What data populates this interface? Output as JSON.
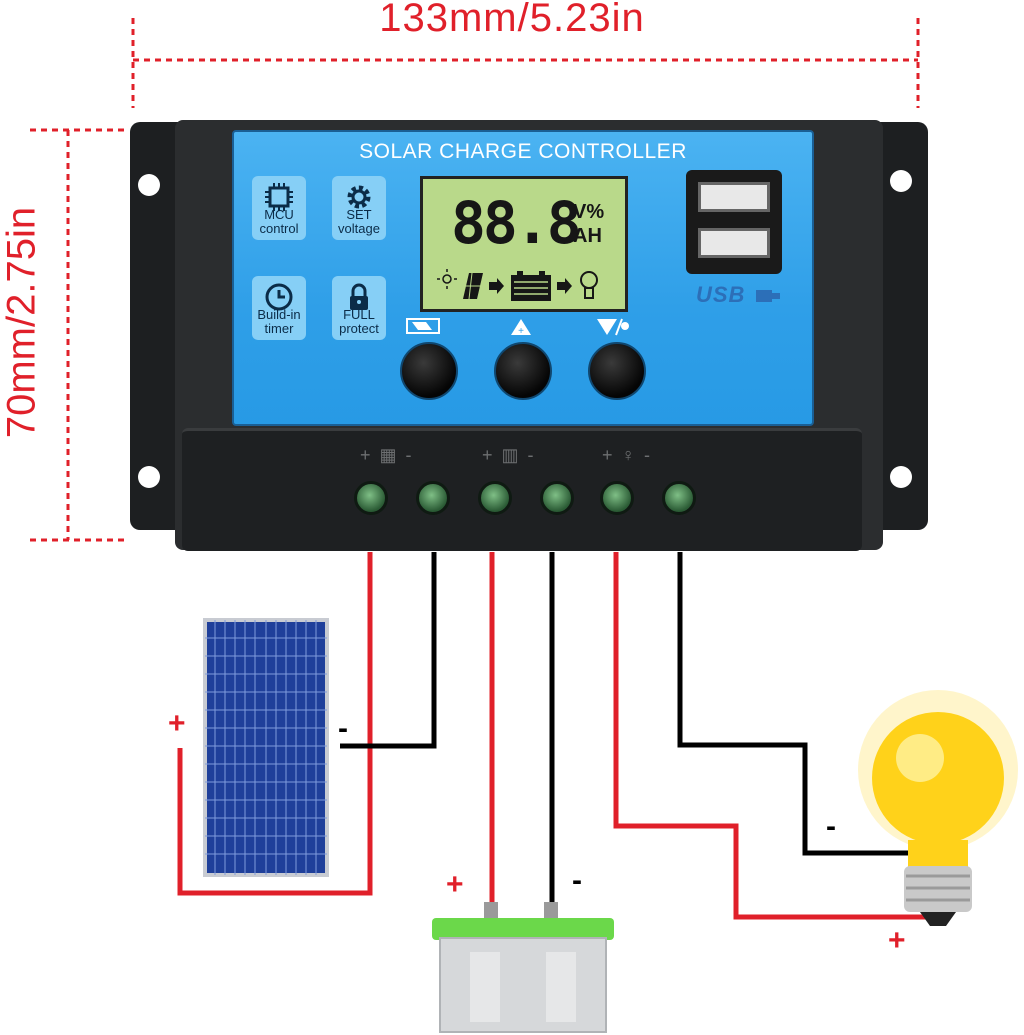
{
  "dimensions": {
    "width_label": "133mm/5.23in",
    "height_label": "70mm/2.75in"
  },
  "controller": {
    "title": "SOLAR CHARGE CONTROLLER",
    "features": [
      {
        "label_line1": "MCU",
        "label_line2": "control",
        "icon": "chip-icon"
      },
      {
        "label_line1": "SET",
        "label_line2": "voltage",
        "icon": "gear-icon"
      },
      {
        "label_line1": "Build-in",
        "label_line2": "timer",
        "icon": "clock-icon"
      },
      {
        "label_line1": "FULL",
        "label_line2": "protect",
        "icon": "lock-icon"
      }
    ],
    "lcd": {
      "digits": "88.8",
      "unit_top": "V%",
      "unit_bottom": "AH",
      "flow_icons": [
        "sun-icon",
        "panel-icon",
        "arrow-icon",
        "battery-icon",
        "arrow-icon",
        "bulb-icon"
      ]
    },
    "usb_label": "USB",
    "buttons": [
      {
        "name": "menu-button",
        "icon": "menu-icon"
      },
      {
        "name": "up-button",
        "icon": "up-icon"
      },
      {
        "name": "down-light-button",
        "icon": "down-light-icon"
      }
    ],
    "terminals": [
      "+ panel -",
      "+ battery -",
      "+ load -"
    ]
  },
  "connections": {
    "panel": {
      "plus": "+",
      "minus": "-"
    },
    "battery": {
      "plus": "+",
      "minus": "-"
    },
    "load": {
      "plus": "+",
      "minus": "-"
    }
  },
  "colors": {
    "panel_blue": "#2f9fe8",
    "lcd_green": "#b9d98a",
    "wire_red": "#e0202a",
    "wire_black": "#000000",
    "dimension_red": "#e0202a"
  }
}
